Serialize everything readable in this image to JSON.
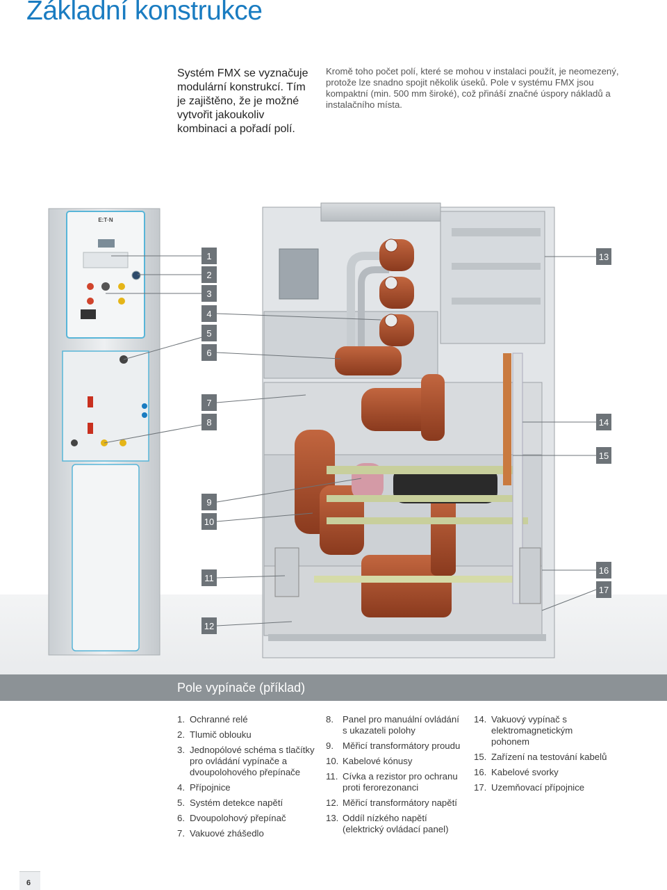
{
  "title": "Základní konstrukce",
  "intro": {
    "lead": "Systém FMX se vyznačuje modulární konstrukcí. Tím je zajištěno, že je možné vytvořit jakoukoliv kombinaci a pořadí polí.",
    "body": "Kromě toho počet polí, které se mohou v instalaci použít, je neomezený, protože lze snadno spojit několik úseků. Pole v systému FMX jsou kompaktní (min. 500 mm široké), což přináší značné úspory nákladů a instalačního místa."
  },
  "panel_brand": "E:T·N",
  "callouts": [
    "1",
    "2",
    "3",
    "4",
    "5",
    "6",
    "7",
    "8",
    "9",
    "10",
    "11",
    "12",
    "13",
    "14",
    "15",
    "16",
    "17"
  ],
  "caption": "Pole vypínače (příklad)",
  "legend": {
    "col1": [
      {
        "n": "1.",
        "t": "Ochranné relé"
      },
      {
        "n": "2.",
        "t": "Tlumič oblouku"
      },
      {
        "n": "3.",
        "t": "Jednopólové schéma s tlačítky pro ovládání vypínače a dvoupolohového přepínače"
      },
      {
        "n": "4.",
        "t": "Přípojnice"
      },
      {
        "n": "5.",
        "t": "Systém detekce napětí"
      },
      {
        "n": "6.",
        "t": "Dvoupolohový přepínač"
      },
      {
        "n": "7.",
        "t": "Vakuové zhášedlo"
      }
    ],
    "col2": [
      {
        "n": "8.",
        "t": "Panel pro manuální ovládání s ukazateli polohy"
      },
      {
        "n": "9.",
        "t": "Měřicí transformátory proudu"
      },
      {
        "n": "10.",
        "t": "Kabelové kónusy"
      },
      {
        "n": "11.",
        "t": "Cívka a rezistor pro ochranu proti ferorezonanci"
      },
      {
        "n": "12.",
        "t": "Měřicí transformátory napětí"
      },
      {
        "n": "13.",
        "t": "Oddíl nízkého napětí (elektrický ovládací panel)"
      }
    ],
    "col3": [
      {
        "n": "14.",
        "t": "Vakuový vypínač s elektromagnetickým pohonem"
      },
      {
        "n": "15.",
        "t": "Zařízení na testování kabelů"
      },
      {
        "n": "16.",
        "t": "Kabelové svorky"
      },
      {
        "n": "17.",
        "t": "Uzemňovací přípojnice"
      }
    ]
  },
  "page_number": "6",
  "colors": {
    "accent": "#1a7cc1",
    "caption_bar": "#8c9296",
    "callout": "#6d7378",
    "copper": "#a04a28"
  }
}
